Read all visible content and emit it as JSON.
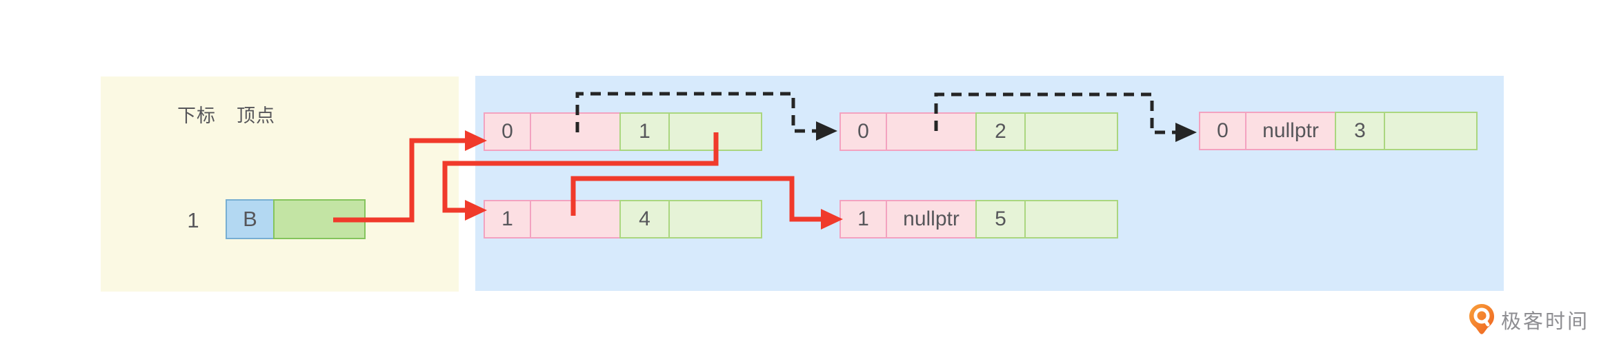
{
  "header": {
    "index_label": "下标",
    "vertex_label": "顶点"
  },
  "vertex_row": {
    "index": "1",
    "vertex": "B"
  },
  "adjacency_nodes": [
    {
      "id": "node-0-1",
      "cells": [
        "0",
        "",
        "1",
        ""
      ]
    },
    {
      "id": "node-0-2",
      "cells": [
        "0",
        "",
        "2",
        ""
      ]
    },
    {
      "id": "node-0-3",
      "cells": [
        "0",
        "nullptr",
        "3",
        ""
      ]
    },
    {
      "id": "node-1-4",
      "cells": [
        "1",
        "",
        "4",
        ""
      ]
    },
    {
      "id": "node-1-5",
      "cells": [
        "1",
        "nullptr",
        "5",
        ""
      ]
    }
  ],
  "arrows": {
    "red": [
      {
        "from": "vertex-B-next",
        "to": "node-0-1"
      },
      {
        "from": "node-0-1-next",
        "to": "node-1-4"
      },
      {
        "from": "node-1-4-next",
        "to": "node-1-5"
      }
    ],
    "dashed": [
      {
        "from": "node-0-1-pointer",
        "to": "node-0-2"
      },
      {
        "from": "node-0-2-pointer",
        "to": "node-0-3"
      }
    ]
  },
  "logo": {
    "text": "极客时间",
    "icon": "geektime-logo-icon"
  },
  "colors": {
    "panel_yellow": "#fbf9e3",
    "panel_blue": "#d7eafc",
    "cell_pink_fill": "#fcdfe3",
    "cell_pink_border": "#f3a2c0",
    "cell_green_fill": "#e6f3d7",
    "cell_green_border": "#aad67f",
    "vertex_blue_fill": "#b3d8f2",
    "vertex_blue_border": "#77aed2",
    "vertex_green_fill": "#c3e4a4",
    "vertex_green_border": "#84c45c",
    "arrow_red": "#f03a2b",
    "arrow_black": "#252525",
    "text_dark": "#56565a",
    "logo_orange": "#f47b20",
    "logo_text": "#8e8e92"
  }
}
